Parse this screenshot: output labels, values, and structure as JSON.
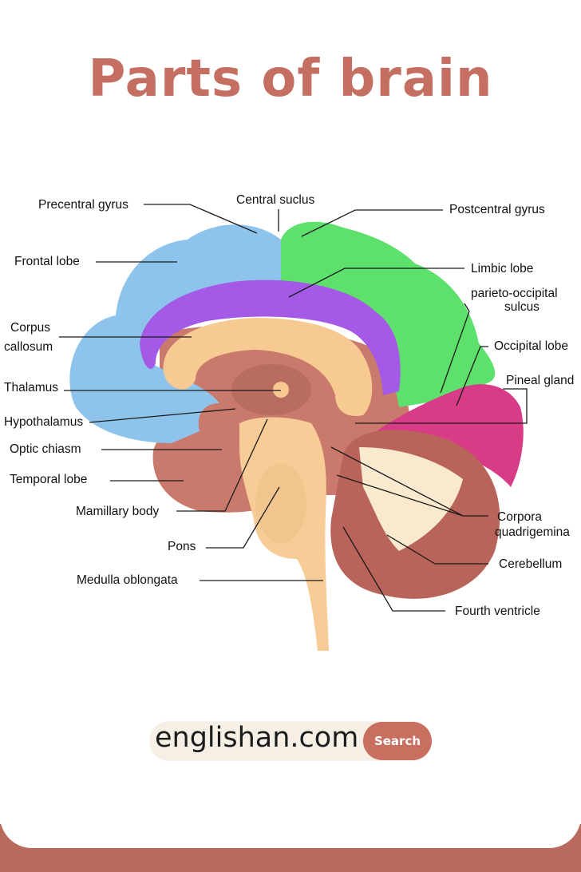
{
  "title": "Parts of brain",
  "colors": {
    "title": "#c46f62",
    "frontal": "#8ec3ec",
    "parietal": "#5ee06c",
    "limbic": "#a45ae6",
    "occipital": "#d93c86",
    "callosum": "#f7ca93",
    "brainstem": "#f7cc96",
    "tissue": "#c97a6c",
    "cerebellum": "#b9645a",
    "button": "#c86f60",
    "footer": "#b86a5d"
  },
  "labels": {
    "precentral_gyrus": "Precentral gyrus",
    "central_sulcus": "Central suclus",
    "postcentral_gyrus": "Postcentral gyrus",
    "frontal_lobe": "Frontal lobe",
    "limbic_lobe": "Limbic lobe",
    "parieto_occipital_1": "parieto-occipital",
    "parieto_occipital_2": "sulcus",
    "corpus_callosum_1": "Corpus",
    "corpus_callosum_2": "callosum",
    "occipital_lobe": "Occipital lobe",
    "thalamus": "Thalamus",
    "pineal_gland": "Pineal gland",
    "hypothalamus": "Hypothalamus",
    "optic_chiasm": "Optic chiasm",
    "temporal_lobe": "Temporal lobe",
    "corpora_quadrigemina_1": "Corpora",
    "corpora_quadrigemina_2": "quadrigemina",
    "mamillary_body": "Mamillary body",
    "pons": "Pons",
    "cerebellum": "Cerebellum",
    "medulla_oblongata": "Medulla oblongata",
    "fourth_ventricle": "Fourth ventricle"
  },
  "search": {
    "site_text": "englishan.com",
    "button_label": "Search"
  }
}
